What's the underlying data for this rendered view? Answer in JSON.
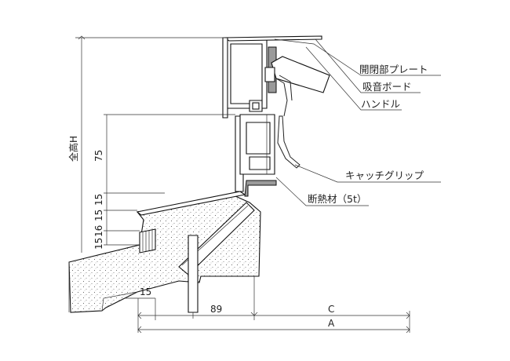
{
  "callouts": {
    "plate": "開閉部プレート",
    "acoustic_board": "吸音ボード",
    "handle": "ハンドル",
    "catch_grip": "キャッチグリップ",
    "insulation": "断熱材（5t）"
  },
  "dimensions": {
    "total_height": "全高H",
    "d75": "75",
    "d15_upper": "15",
    "d15_mid": "15",
    "d16": "16",
    "d15_lower": "15",
    "d15_bottom": "15",
    "d89": "89",
    "dC": "C",
    "dA": "A"
  }
}
